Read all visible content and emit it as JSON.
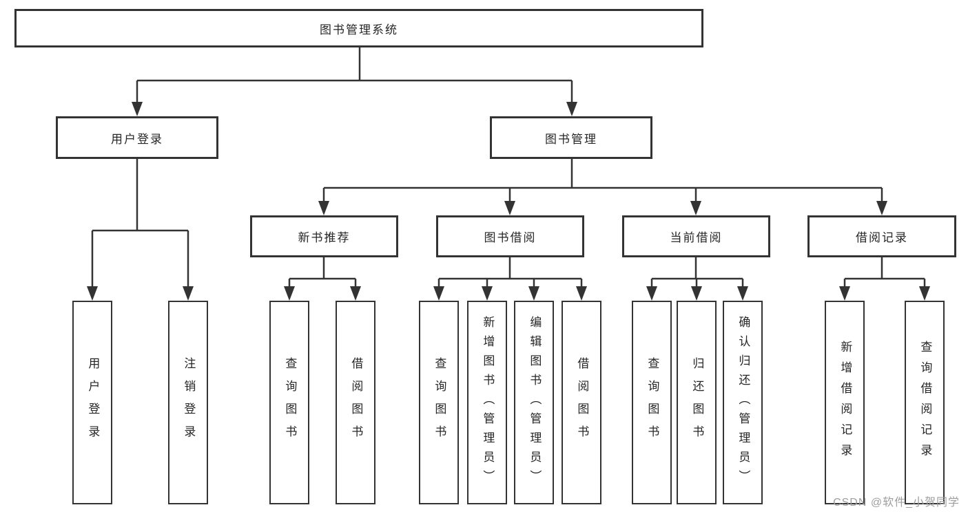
{
  "colors": {
    "line": "#333333",
    "text": "#262626",
    "box_background": "#ffffff",
    "watermark": "#9e9e9e"
  },
  "root": {
    "label": "图书管理系统"
  },
  "level2": {
    "user_login": {
      "label": "用户登录"
    },
    "book_management": {
      "label": "图书管理"
    }
  },
  "level3": {
    "new_book_recommend": {
      "label": "新书推荐"
    },
    "book_borrow": {
      "label": "图书借阅"
    },
    "current_borrow": {
      "label": "当前借阅"
    },
    "borrow_records": {
      "label": "借阅记录"
    }
  },
  "leaves": {
    "user_login": [
      "用户登录",
      "注销登录"
    ],
    "new_book_recommend": [
      "查询图书",
      "借阅图书"
    ],
    "book_borrow": [
      "查询图书",
      "新增图书（管理员）",
      "编辑图书（管理员）",
      "借阅图书"
    ],
    "current_borrow": [
      "查询图书",
      "归还图书",
      "确认归还（管理员）"
    ],
    "borrow_records": [
      "新增借阅记录",
      "查询借阅记录"
    ]
  },
  "watermark": {
    "text": "CSDN @软件_小贺同学"
  }
}
